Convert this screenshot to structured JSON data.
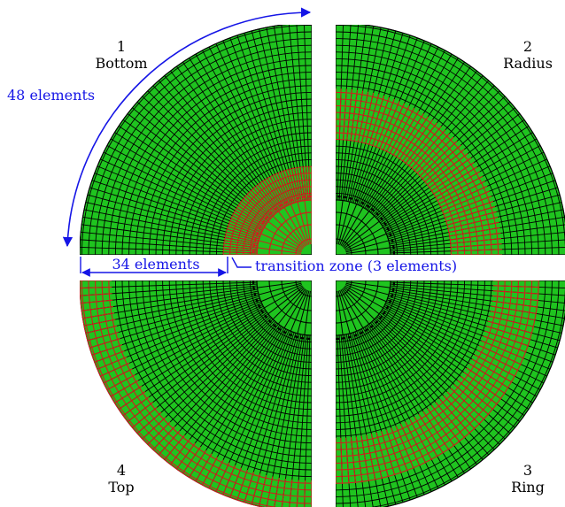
{
  "quadrants": [
    {
      "number": "1",
      "label": "Bottom"
    },
    {
      "number": "2",
      "label": "Radius"
    },
    {
      "number": "3",
      "label": "Ring"
    },
    {
      "number": "4",
      "label": "Top"
    }
  ],
  "annotations": {
    "angular_elements": "48 elements",
    "radial_elements": "34 elements",
    "transition": "transition zone (3 elements)"
  },
  "colors": {
    "mesh_fill": "#1fc41f",
    "mesh_line": "#000000",
    "highlight_line": "#d01e1e",
    "annotation": "#1515e6"
  }
}
